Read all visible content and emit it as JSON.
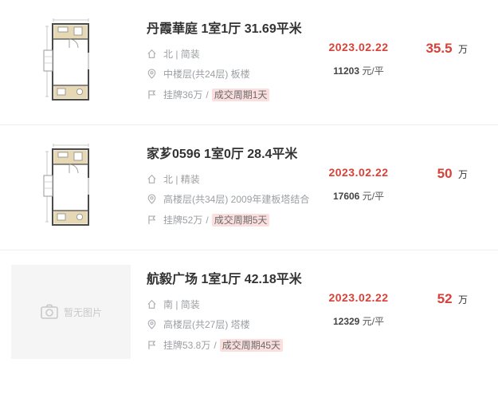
{
  "placeholder": {
    "text": "暂无图片"
  },
  "colors": {
    "accent_red": "#d84139",
    "cycle_badge_bg": "#fbdfdf",
    "meta_gray": "#9c9fa3"
  },
  "listings": [
    {
      "title": "丹霞華庭 1室1厅 31.69平米",
      "orientation": "北 | 简装",
      "floor": "中楼层(共24层) 板楼",
      "listing_price": "挂牌36万",
      "separator": "/",
      "deal_cycle": "成交周期1天",
      "date": "2023.02.22",
      "total_price": "35.5",
      "total_price_unit": "万",
      "unit_price": "11203",
      "unit_price_suffix": "元/平"
    },
    {
      "title": "家芗0596 1室0厅 28.4平米",
      "orientation": "北 | 精装",
      "floor": "高楼层(共34层) 2009年建板塔结合",
      "listing_price": "挂牌52万",
      "separator": "/",
      "deal_cycle": "成交周期5天",
      "date": "2023.02.22",
      "total_price": "50",
      "total_price_unit": "万",
      "unit_price": "17606",
      "unit_price_suffix": "元/平"
    },
    {
      "title": "航毅广场 1室1厅 42.18平米",
      "orientation": "南 | 简装",
      "floor": "高楼层(共27层) 塔楼",
      "listing_price": "挂牌53.8万",
      "separator": "/",
      "deal_cycle": "成交周期45天",
      "date": "2023.02.22",
      "total_price": "52",
      "total_price_unit": "万",
      "unit_price": "12329",
      "unit_price_suffix": "元/平"
    }
  ]
}
